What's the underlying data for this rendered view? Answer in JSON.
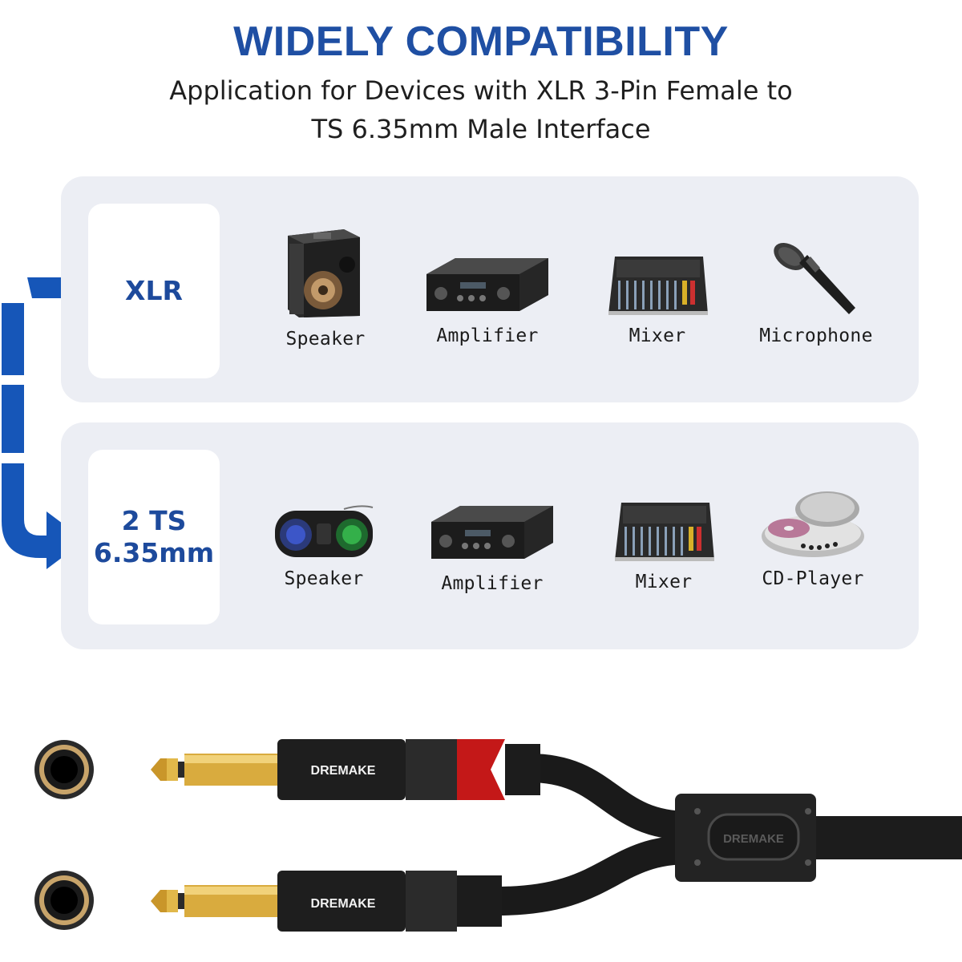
{
  "heading": {
    "title": "WIDELY COMPATIBILITY",
    "subtitle_line1": "Application for Devices with XLR 3-Pin Female to",
    "subtitle_line2": "TS 6.35mm Male Interface"
  },
  "colors": {
    "accent": "#1f4fa3",
    "panel": "#eceef4",
    "label_text": "#1d4a9c",
    "arrow": "#1656b8"
  },
  "xlr_panel": {
    "label": "XLR",
    "devices": [
      {
        "label": "Speaker",
        "icon": "speaker-icon"
      },
      {
        "label": "Amplifier",
        "icon": "amplifier-icon"
      },
      {
        "label": "Mixer",
        "icon": "mixer-icon"
      },
      {
        "label": "Microphone",
        "icon": "microphone-icon"
      }
    ]
  },
  "ts_panel": {
    "label_line1": "2 TS",
    "label_line2": "6.35mm",
    "devices": [
      {
        "label": "Speaker",
        "icon": "bluetooth-speaker-icon"
      },
      {
        "label": "Amplifier",
        "icon": "amplifier-icon"
      },
      {
        "label": "Mixer",
        "icon": "mixer-icon"
      },
      {
        "label": "CD-Player",
        "icon": "cd-player-icon"
      }
    ]
  },
  "cable": {
    "brand_plug_top": "DREMAKE",
    "brand_plug_bottom": "DREMAKE",
    "brand_splitter": "DREMAKE"
  }
}
